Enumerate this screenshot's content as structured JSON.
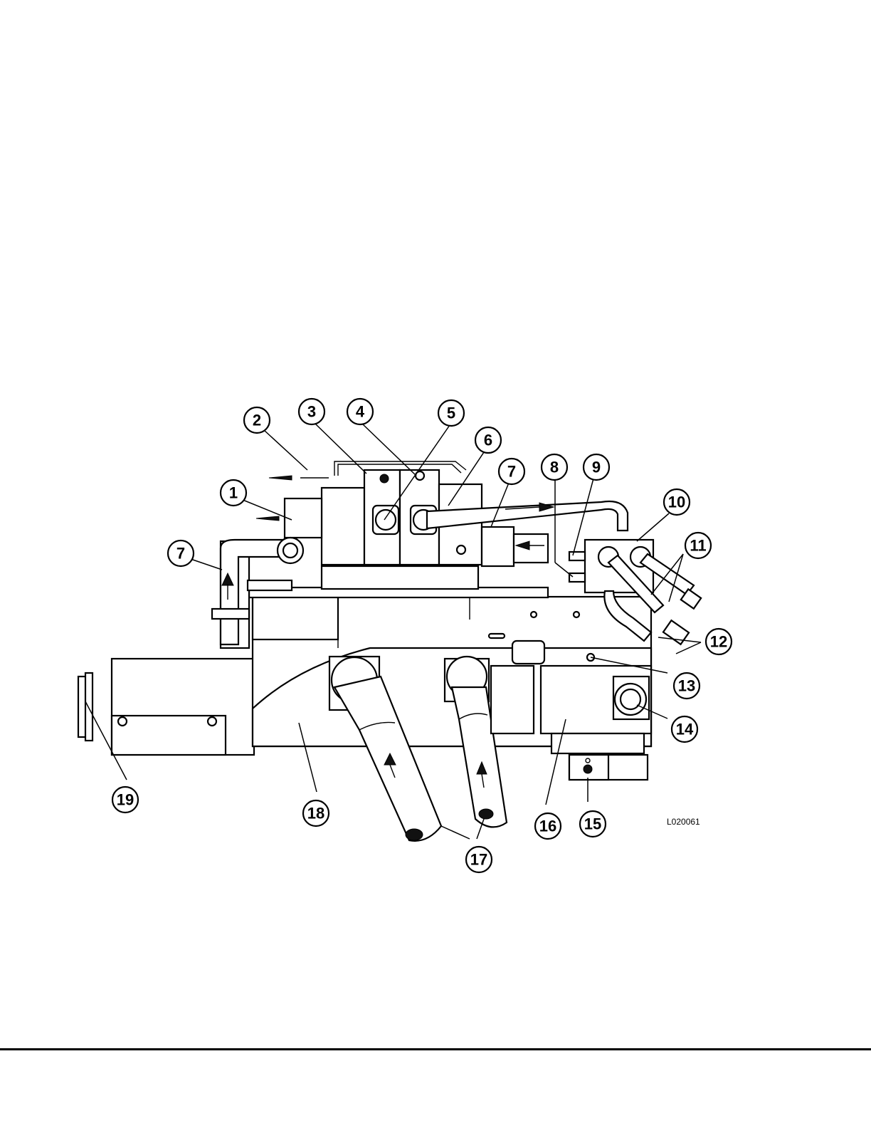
{
  "figure_id": "L020061",
  "callouts": [
    "1",
    "2",
    "3",
    "4",
    "5",
    "6",
    "7",
    "7",
    "8",
    "9",
    "10",
    "11",
    "12",
    "13",
    "14",
    "15",
    "16",
    "17",
    "18",
    "19"
  ]
}
